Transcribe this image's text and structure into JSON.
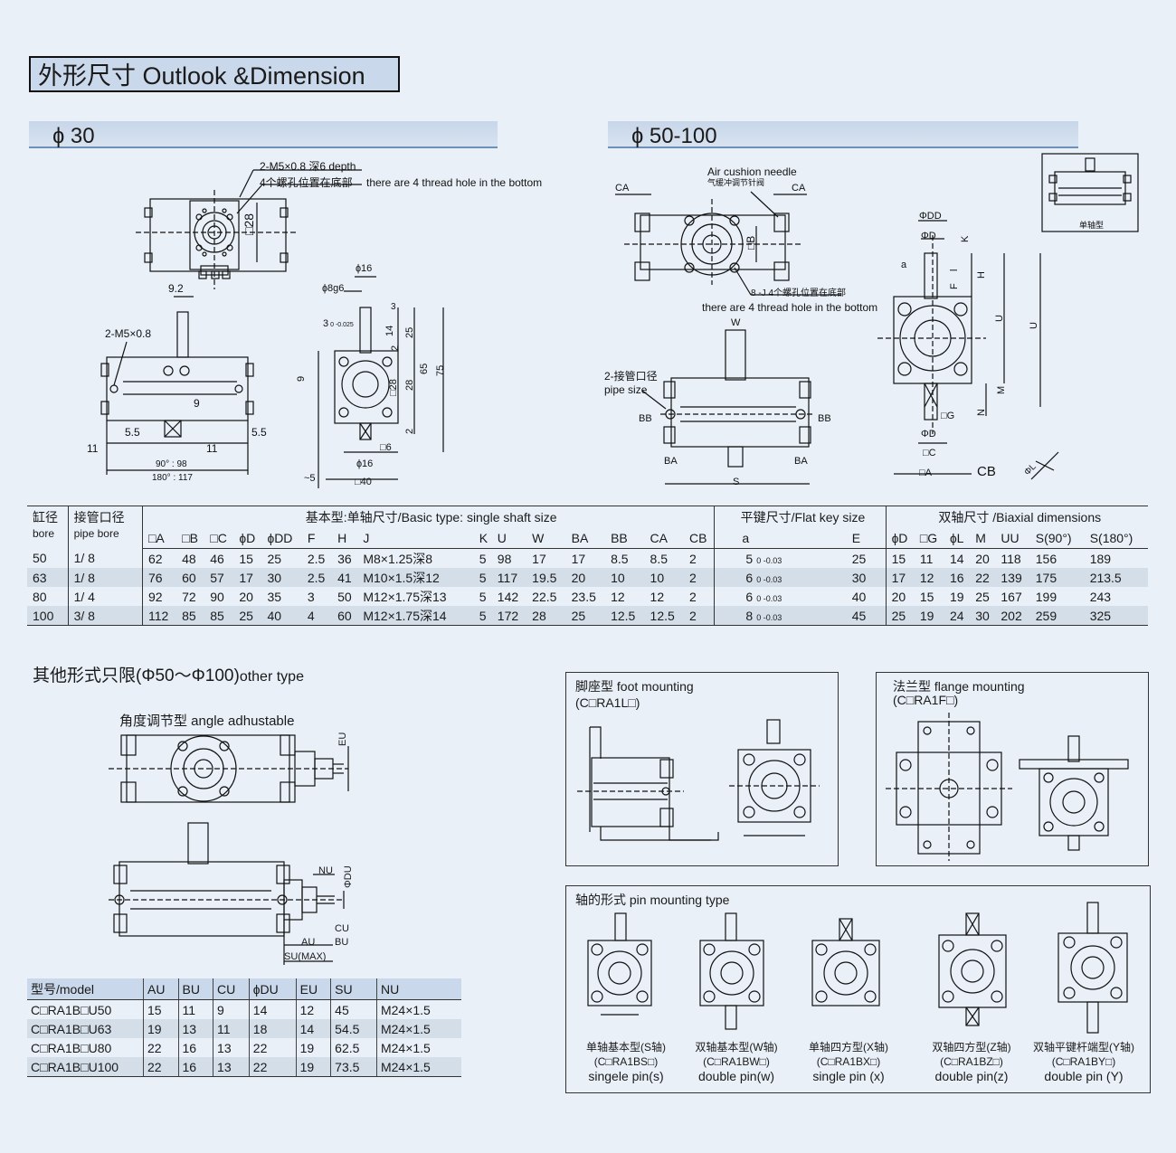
{
  "title": "外形尺寸 Outlook &Dimension",
  "section_30": {
    "header": "ɸ 30",
    "note_thread": "2-M5×0.8 深6 depth",
    "note_holes": "4个螺孔位置在底部",
    "note_holes_en": "there are 4 thread hole in the bottom",
    "dim_28": "□28",
    "dim_9_2": "9.2",
    "dim_port": "2-M5×0.8",
    "dim_9": "9",
    "dim_5_5a": "5.5",
    "dim_5_5b": "5.5",
    "dim_11a": "11",
    "dim_11b": "11",
    "dim_90": "90° : 98",
    "dim_180": "180° : 117",
    "dim_phi16_top": "ɸ16",
    "dim_phi8g6": "ɸ8g6",
    "dim_3a": "3",
    "dim_3tol": "3",
    "dim_3tol_sub": "0 -0.025",
    "dim_14": "14",
    "dim_25": "25",
    "dim_2a": "2",
    "dim_65": "65",
    "dim_75": "75",
    "dim_28v": "28",
    "dim_sq28": "□28",
    "dim_9v": "9",
    "dim_2b": "2",
    "dim_sq6": "□6",
    "dim_phi16_bot": "ɸ16",
    "dim_neg5": "~5",
    "dim_sq40": "□40"
  },
  "section_50": {
    "header": "ɸ 50-100",
    "air_needle": "Air cushion needle",
    "air_needle_cn": "气缓冲调节针阀",
    "ca_left": "CA",
    "ca_right": "CA",
    "sq_b": "□B",
    "holes_cn": "8 -J 4个螺孔位置在底部",
    "holes_en": "there are 4 thread hole in the bottom",
    "w": "W",
    "pipe_cn": "2-接管口径",
    "pipe_en": "pipe size",
    "bb_left": "BB",
    "bb_right": "BB",
    "ba_left": "BA",
    "ba_right": "BA",
    "s": "S",
    "phi_dd": "ΦDD",
    "phi_d": "ΦD",
    "k": "K",
    "a": "a",
    "l": "l",
    "f": "F",
    "h": "H",
    "u_inner": "U",
    "u_outer": "U",
    "m": "M",
    "n": "N",
    "sq_g": "□G",
    "phi_d2": "ΦD",
    "sq_c": "□C",
    "sq_a": "□A",
    "cb": "CB",
    "phi_l": "ΦL",
    "inset": "单轴型"
  },
  "dimension_table": {
    "col_bore": "缸径",
    "col_bore_en": "bore",
    "col_pipe": "接管口径",
    "col_pipe_en": "pipe bore",
    "group_basic": "基本型:单轴尺寸/Basic type: single shaft size",
    "group_key": "平键尺寸/Flat key size",
    "group_biax": "双轴尺寸 /Biaxial dimensions",
    "sub_headers": [
      "□A",
      "□B",
      "□C",
      "ɸD",
      "ɸDD",
      "F",
      "H",
      "J",
      "K",
      "U",
      "W",
      "BA",
      "BB",
      "CA",
      "CB",
      "a",
      "E",
      "ɸD",
      "□G",
      "ɸL",
      "M",
      "UU",
      "S(90°)",
      "S(180°)"
    ],
    "rows": [
      {
        "bore": "50",
        "pipe": "1/ 8",
        "A": "62",
        "B": "48",
        "C": "46",
        "D": "15",
        "DD": "25",
        "F": "2.5",
        "H": "36",
        "J": "M8×1.25深8",
        "K": "5",
        "U": "98",
        "W": "17",
        "BA": "17",
        "BB": "8.5",
        "CA": "8.5",
        "CB": "2",
        "a": "5",
        "a_tol": "0 -0.03",
        "E": "25",
        "D2": "15",
        "G": "11",
        "L": "14",
        "M": "20",
        "UU": "118",
        "S90": "156",
        "S180": "189"
      },
      {
        "bore": "63",
        "pipe": "1/ 8",
        "A": "76",
        "B": "60",
        "C": "57",
        "D": "17",
        "DD": "30",
        "F": "2.5",
        "H": "41",
        "J": "M10×1.5深12",
        "K": "5",
        "U": "117",
        "W": "19.5",
        "BA": "20",
        "BB": "10",
        "CA": "10",
        "CB": "2",
        "a": "6",
        "a_tol": "0 -0.03",
        "E": "30",
        "D2": "17",
        "G": "12",
        "L": "16",
        "M": "22",
        "UU": "139",
        "S90": "175",
        "S180": "213.5"
      },
      {
        "bore": "80",
        "pipe": "1/ 4",
        "A": "92",
        "B": "72",
        "C": "90",
        "D": "20",
        "DD": "35",
        "F": "3",
        "H": "50",
        "J": "M12×1.75深13",
        "K": "5",
        "U": "142",
        "W": "22.5",
        "BA": "23.5",
        "BB": "12",
        "CA": "12",
        "CB": "2",
        "a": "6",
        "a_tol": "0 -0.03",
        "E": "40",
        "D2": "20",
        "G": "15",
        "L": "19",
        "M": "25",
        "UU": "167",
        "S90": "199",
        "S180": "243"
      },
      {
        "bore": "100",
        "pipe": "3/ 8",
        "A": "112",
        "B": "85",
        "C": "85",
        "D": "25",
        "DD": "40",
        "F": "4",
        "H": "60",
        "J": "M12×1.75深14",
        "K": "5",
        "U": "172",
        "W": "28",
        "BA": "25",
        "BB": "12.5",
        "CA": "12.5",
        "CB": "2",
        "a": "8",
        "a_tol": "0 -0.03",
        "E": "45",
        "D2": "25",
        "G": "19",
        "L": "24",
        "M": "30",
        "UU": "202",
        "S90": "259",
        "S180": "325"
      }
    ]
  },
  "other_types": {
    "title": "其他形式只限(Φ50～Φ100)",
    "title_en": "other type",
    "angle_title": "角度调节型 angle adhustable",
    "eu": "EU",
    "nu": "NU",
    "phi_du": "ΦDU",
    "cu": "CU",
    "bu": "BU",
    "au": "AU",
    "su": "SU(MAX)"
  },
  "model_table": {
    "headers": [
      "型号/model",
      "AU",
      "BU",
      "CU",
      "ɸDU",
      "EU",
      "SU",
      "NU"
    ],
    "rows": [
      [
        "C□RA1B□U50",
        "15",
        "11",
        "9",
        "14",
        "12",
        "45",
        "M24×1.5"
      ],
      [
        "C□RA1B□U63",
        "19",
        "13",
        "11",
        "18",
        "14",
        "54.5",
        "M24×1.5"
      ],
      [
        "C□RA1B□U80",
        "22",
        "16",
        "13",
        "22",
        "19",
        "62.5",
        "M24×1.5"
      ],
      [
        "C□RA1B□U100",
        "22",
        "16",
        "13",
        "22",
        "19",
        "73.5",
        "M24×1.5"
      ]
    ]
  },
  "foot": {
    "title": "脚座型 foot mounting",
    "code": "(C□RA1L□)"
  },
  "flange": {
    "title": "法兰型 flange mounting",
    "code": "(C□RA1F□)"
  },
  "pin": {
    "title": "轴的形式 pin mounting type",
    "items": [
      {
        "cn": "单轴基本型(S轴)",
        "code": "(C□RA1BS□)",
        "en": "singele pin(s)"
      },
      {
        "cn": "双轴基本型(W轴)",
        "code": "(C□RA1BW□)",
        "en": "double pin(w)"
      },
      {
        "cn": "单轴四方型(X轴)",
        "code": "(C□RA1BX□)",
        "en": "single pin (x)"
      },
      {
        "cn": "双轴四方型(Z轴)",
        "code": "(C□RA1BZ□)",
        "en": "double pin(z)"
      },
      {
        "cn": "双轴平键杆端型(Y轴)",
        "code": "(C□RA1BY□)",
        "en": "double pin (Y)"
      }
    ]
  }
}
